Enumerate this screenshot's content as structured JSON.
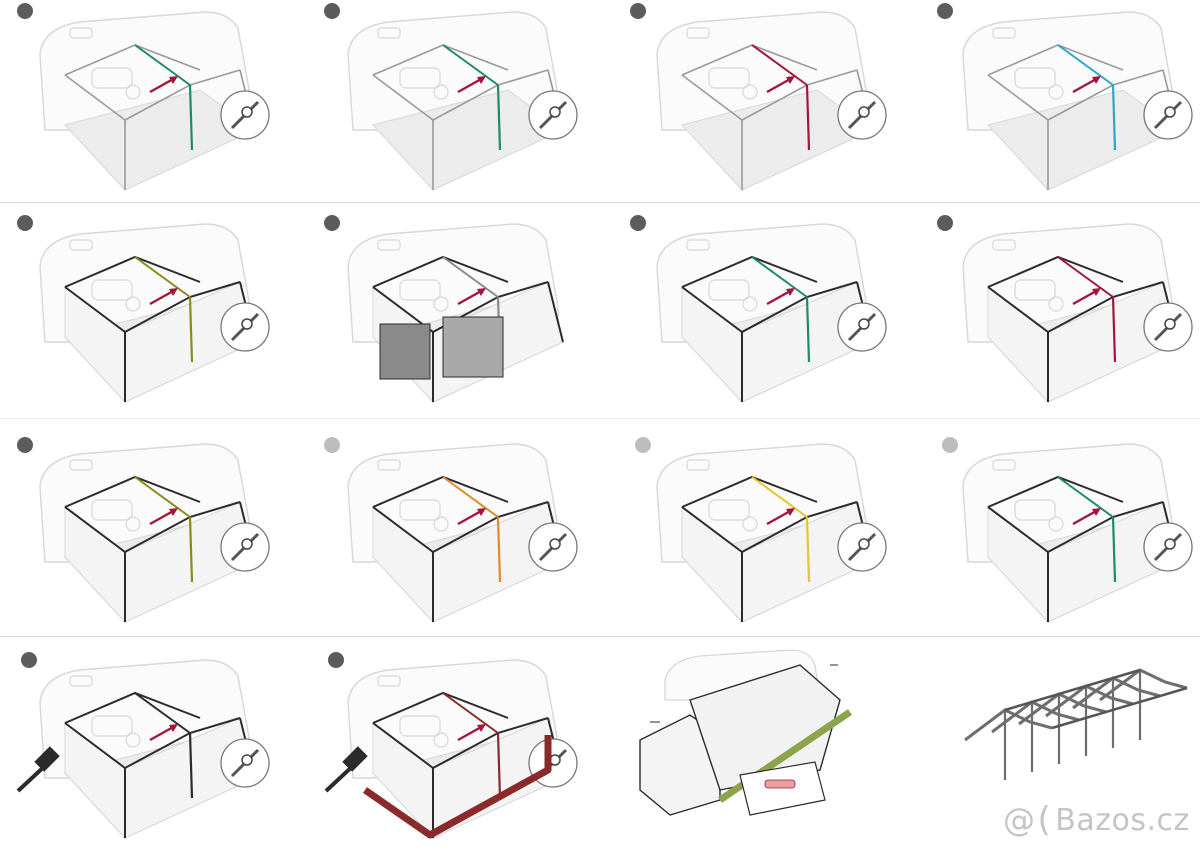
{
  "watermark": {
    "at": "@",
    "paren": "(",
    "text": "Bazos.cz"
  },
  "colors": {
    "outline": "#d7d7d7",
    "frame": "#2b2b2b",
    "floor": "#ececec",
    "wall": "#f4f4f4",
    "panel": "#8a8a8a",
    "step_active": "#5c5c5c",
    "step_inactive": "#bdbdbd",
    "arrow": "#a3163a",
    "cyan": "#2aa7c9",
    "green": "#1f8a6a",
    "olive": "#8a8a1e",
    "orange": "#e08a2a",
    "yellow": "#e8c52a",
    "ground": "#8a2a2a"
  },
  "steps": [
    {
      "icon": "step-1",
      "dot": "active",
      "accent": "green"
    },
    {
      "icon": "step-2",
      "dot": "active",
      "accent": "green"
    },
    {
      "icon": "step-3",
      "dot": "active",
      "accent": "arrow"
    },
    {
      "icon": "step-4",
      "dot": "active",
      "accent": "cyan"
    },
    {
      "icon": "step-5",
      "dot": "active",
      "accent": "olive"
    },
    {
      "icon": "step-6",
      "dot": "active",
      "accent": "panel"
    },
    {
      "icon": "step-7",
      "dot": "active",
      "accent": "green"
    },
    {
      "icon": "step-8",
      "dot": "active",
      "accent": "arrow"
    },
    {
      "icon": "step-9",
      "dot": "active",
      "accent": "olive"
    },
    {
      "icon": "step-10",
      "dot": "inactive",
      "accent": "orange"
    },
    {
      "icon": "step-11",
      "dot": "inactive",
      "accent": "yellow"
    },
    {
      "icon": "step-12",
      "dot": "inactive",
      "accent": "green"
    },
    {
      "icon": "step-13",
      "dot": "active",
      "accent": "frame"
    },
    {
      "icon": "step-14",
      "dot": "active",
      "accent": "ground"
    },
    {
      "icon": "step-15",
      "dot": "none",
      "accent": "frame"
    },
    {
      "icon": "step-16",
      "dot": "none",
      "accent": "frame"
    }
  ]
}
